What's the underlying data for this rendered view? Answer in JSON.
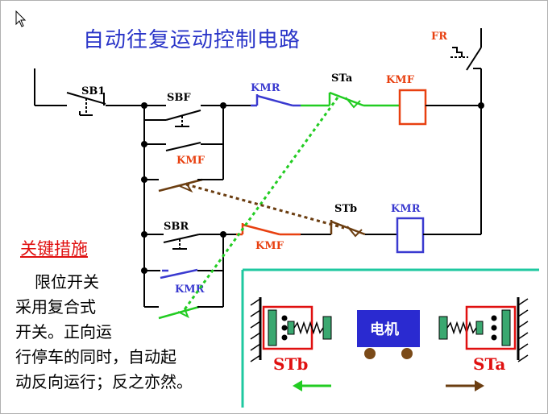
{
  "title": "自动往复运动控制电路",
  "labels": {
    "sb1": "SB1",
    "sbf": "SBF",
    "sbr": "SBR",
    "kmr_top": "KMR",
    "sta_top": "STa",
    "kmf_coil": "KMF",
    "fr": "FR",
    "kmf_hold": "KMF",
    "stb_mid": "STb",
    "kmr_coil": "KMR",
    "kmf_interlock": "KMF",
    "kmr_hold": "KMR"
  },
  "heading": "关键措施",
  "body_lines": [
    "限位开关",
    "采用复合式",
    "开关。正向运",
    "行停车的同时，自动起",
    "动反向运行；反之亦然。"
  ],
  "inset": {
    "motor": "电机",
    "stb": "STb",
    "sta": "STa"
  },
  "colors": {
    "title": "#2a35c8",
    "kmr": "#3a3ad0",
    "kmf": "#e84010",
    "green": "#22cc22",
    "teal": "#1fc8a0",
    "brown": "#6b3d10",
    "red": "#e01010"
  }
}
